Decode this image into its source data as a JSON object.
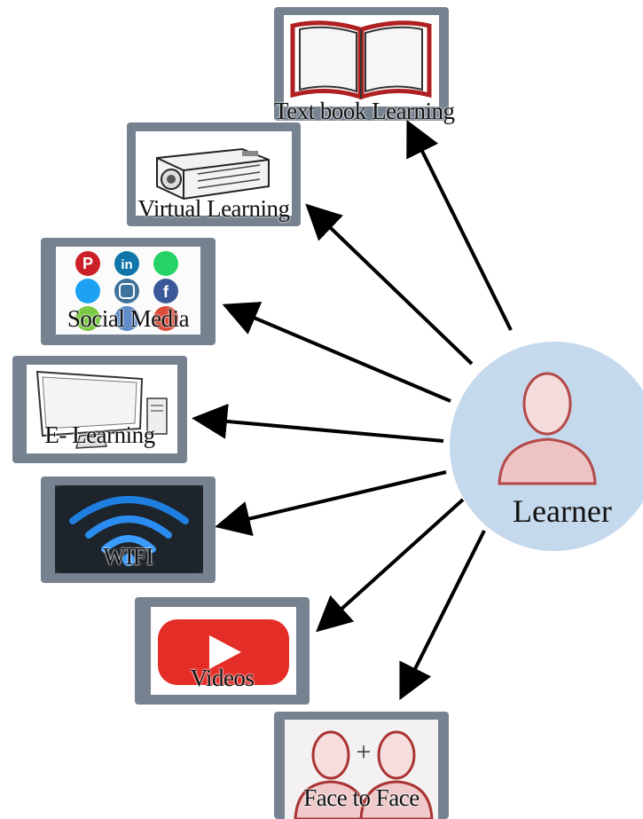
{
  "nodes": [
    {
      "id": "textbook",
      "label": "Text book Learning",
      "icon": "open-book-icon"
    },
    {
      "id": "virtual",
      "label": "Virtual Learning",
      "icon": "projector-icon"
    },
    {
      "id": "social",
      "label": "Social Media",
      "icon": "social-media-icons"
    },
    {
      "id": "elearning",
      "label": "E- Learning",
      "icon": "computer-monitor-icon"
    },
    {
      "id": "wifi",
      "label": "WIFI",
      "icon": "wifi-icon"
    },
    {
      "id": "videos",
      "label": "Videos",
      "icon": "youtube-play-icon"
    },
    {
      "id": "face",
      "label": "Face to Face",
      "icon": "two-people-icon"
    }
  ],
  "center": {
    "label": "Learner",
    "icon": "person-icon"
  },
  "colors": {
    "box": "#76828f",
    "circle": "#c5d9ec",
    "person": "#d88a8a",
    "youtube": "#e52d27",
    "wifi": "#1f7fe0"
  }
}
